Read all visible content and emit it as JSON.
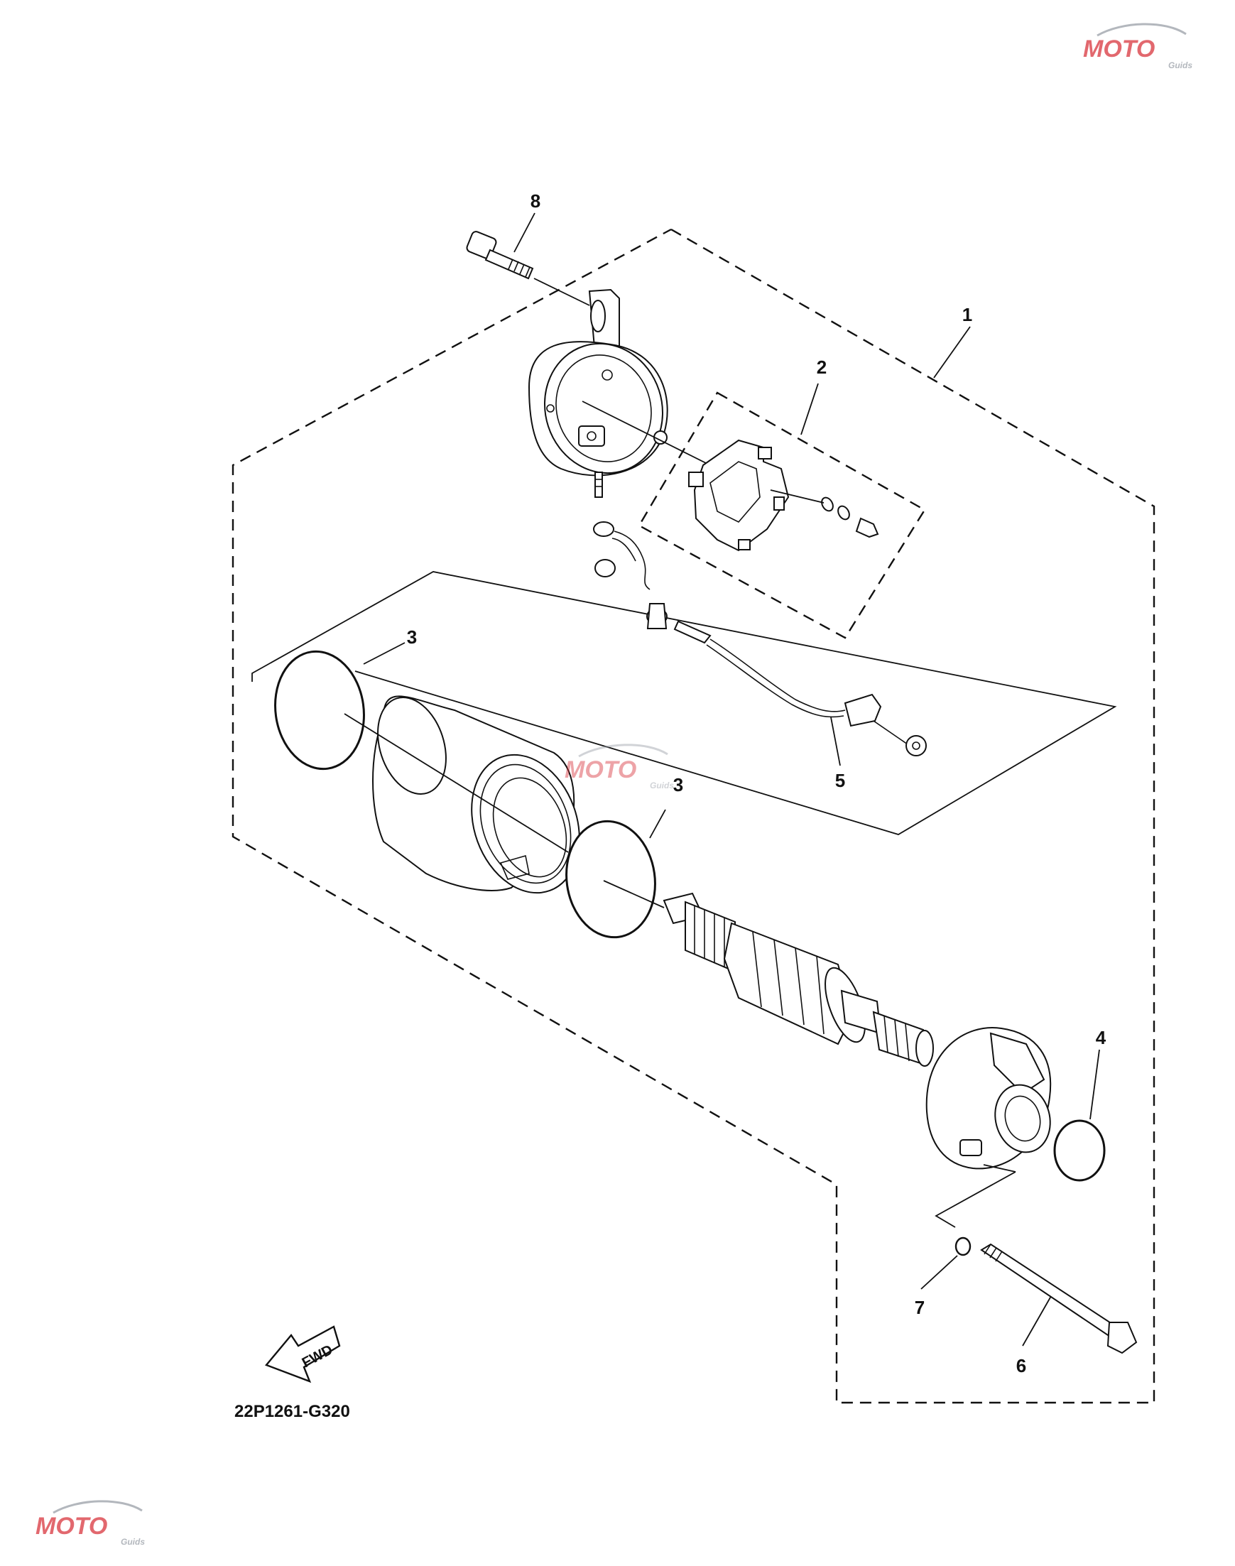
{
  "diagram": {
    "drawing_code": "22P1261-G320",
    "fwd_label": "FWD",
    "callouts": [
      {
        "id": "c1",
        "text": "1"
      },
      {
        "id": "c2",
        "text": "2"
      },
      {
        "id": "c3a",
        "text": "3"
      },
      {
        "id": "c3b",
        "text": "3"
      },
      {
        "id": "c4",
        "text": "4"
      },
      {
        "id": "c5",
        "text": "5"
      },
      {
        "id": "c6",
        "text": "6"
      },
      {
        "id": "c7",
        "text": "7"
      },
      {
        "id": "c8",
        "text": "8"
      }
    ]
  },
  "watermark": {
    "text": "MOTO",
    "subtext": "Guids",
    "colors": {
      "red": "#d9363e",
      "gray": "#9aa0a8"
    }
  }
}
